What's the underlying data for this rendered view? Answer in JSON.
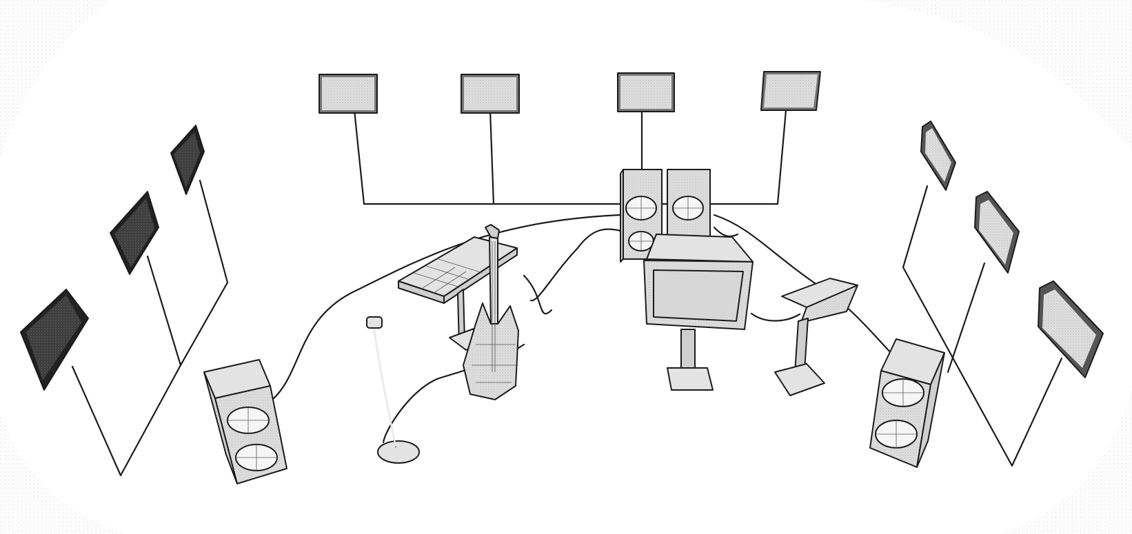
{
  "scene": {
    "background": "#ffffff",
    "ink": "#1a1a1a",
    "panel_fill_light": "#e3e3e3",
    "panel_fill_dark": "#3a3a3a",
    "objects": {
      "top_screens": 4,
      "left_dark_screens": 3,
      "right_light_screens": 3,
      "speakers": 4,
      "instruments": [
        "keyboard",
        "electric guitar",
        "microphone",
        "laptop",
        "monitor"
      ]
    }
  }
}
